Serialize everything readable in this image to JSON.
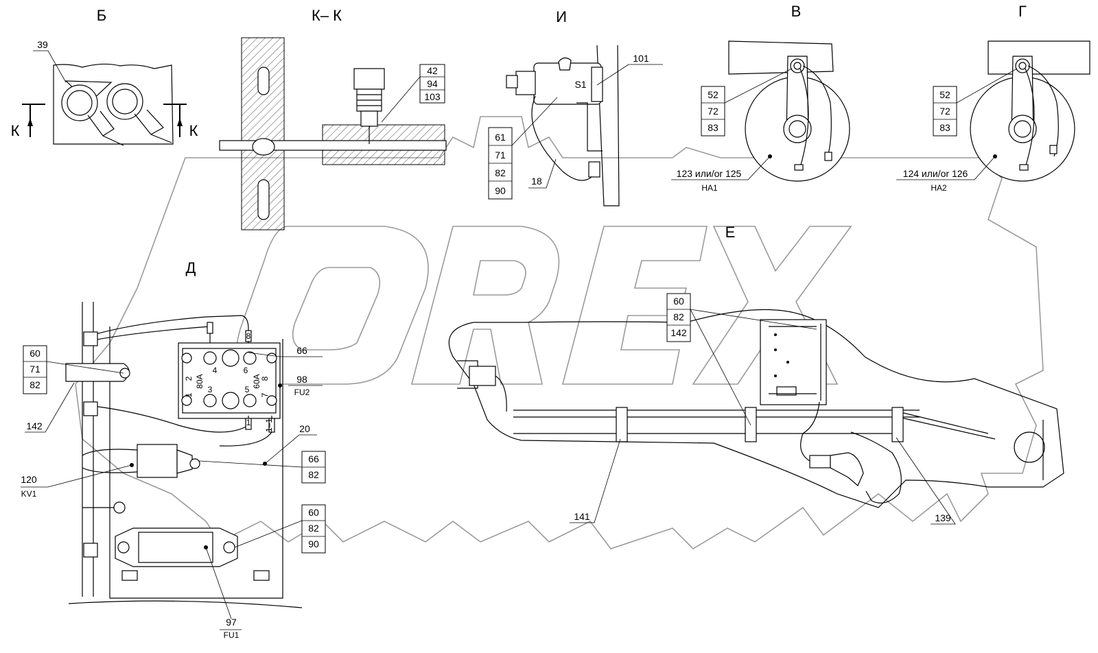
{
  "views": {
    "b": "Б",
    "kk": "К– К",
    "i": "И",
    "v": "В",
    "g": "Г",
    "d": "Д",
    "e": "Е",
    "k_left": "К",
    "k_right": "К"
  },
  "callouts": {
    "b_39": "39",
    "kk_stack": [
      "42",
      "94",
      "103"
    ],
    "i_101": "101",
    "i_stack": [
      "61",
      "71",
      "82",
      "90"
    ],
    "i_18": "18",
    "s1": "S1",
    "v_stack": [
      "52",
      "72",
      "83"
    ],
    "v_horn": "123 или/or 125",
    "v_designation": "HA1",
    "g_stack": [
      "52",
      "72",
      "83"
    ],
    "g_horn": "124  или/or  126",
    "g_designation": "HA2",
    "d_stack1": [
      "60",
      "71",
      "82"
    ],
    "d_142": "142",
    "d_66a": "66",
    "d_98": "98",
    "d_fu2": "FU2",
    "d_20": "20",
    "d_66b": [
      "66",
      "82"
    ],
    "d_120": "120",
    "d_kv1": "KV1",
    "d_stack2": [
      "60",
      "82",
      "90"
    ],
    "d_97": "97",
    "d_fu1": "FU1",
    "e_stack": [
      "60",
      "82",
      "142"
    ],
    "e_141": "141",
    "e_139": "139"
  },
  "fuse_block": {
    "pins_top": [
      "2",
      "4",
      "6",
      "8"
    ],
    "pins_bottom": [
      "1",
      "3",
      "5",
      "7"
    ],
    "ratings": [
      "80А",
      "60А"
    ],
    "wire_top": "8",
    "wire_bottom": [
      "1",
      "1–1"
    ]
  }
}
